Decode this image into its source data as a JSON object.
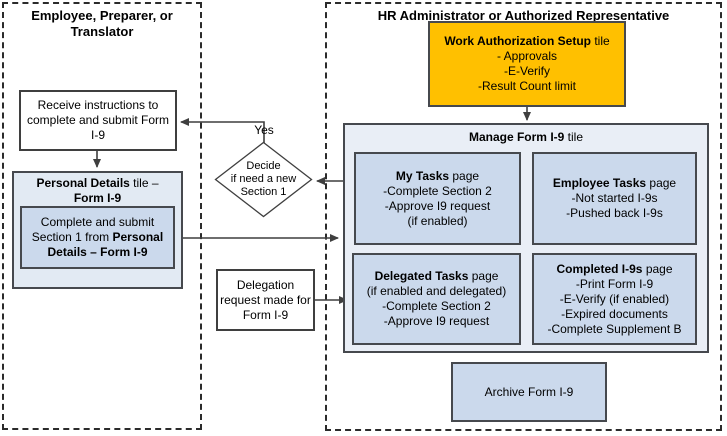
{
  "lanes": {
    "left": {
      "title": "Employee, Preparer, or Translator"
    },
    "right": {
      "title": "HR Administrator or Authorized Representative"
    }
  },
  "nodes": {
    "receive_instructions": {
      "text": "Receive instructions to complete and submit Form I-9"
    },
    "personal_details": {
      "title_bold": "Personal Details",
      "title_rest": " tile –",
      "title_line2": "Form I-9",
      "body_regular": "Complete and submit Section 1 from ",
      "body_bold": "Personal Details – Form I-9"
    },
    "decision": {
      "lines": [
        "Decide",
        "if need a new",
        "Section 1"
      ]
    },
    "yes_label": "Yes",
    "delegation_request": {
      "text": "Delegation request made for Form I-9"
    },
    "work_auth": {
      "title_bold": "Work Authorization Setup",
      "title_rest": " tile",
      "items": [
        "- Approvals",
        "-E-Verify",
        "-Result Count limit"
      ]
    },
    "manage_tile": {
      "title_bold": "Manage Form I-9",
      "title_rest": " tile"
    },
    "my_tasks": {
      "title_bold": "My Tasks",
      "title_rest": " page",
      "items": [
        "-Complete Section 2",
        "-Approve I9 request",
        "(if enabled)"
      ]
    },
    "employee_tasks": {
      "title_bold": "Employee Tasks",
      "title_rest": " page",
      "items": [
        "-Not started I-9s",
        "-Pushed back I-9s"
      ]
    },
    "delegated_tasks": {
      "title_bold": "Delegated Tasks",
      "title_rest": " page",
      "items": [
        "(if enabled and delegated)",
        "-Complete Section 2",
        "-Approve I9 request"
      ]
    },
    "completed_i9s": {
      "title_bold": "Completed I-9s",
      "title_rest": " page",
      "items": [
        "-Print Form I-9",
        "-E-Verify (if enabled)",
        "-Expired documents",
        "-Complete Supplement B"
      ]
    },
    "archive": {
      "text": "Archive Form I-9"
    }
  },
  "colors": {
    "gold": "#FFC000",
    "tile_bg": "#E9EEF6",
    "box_blue": "#CBD9EC",
    "personal_outer": "#E2EAF3",
    "border_dark": "#46494E",
    "line": "#3F3F3F"
  }
}
